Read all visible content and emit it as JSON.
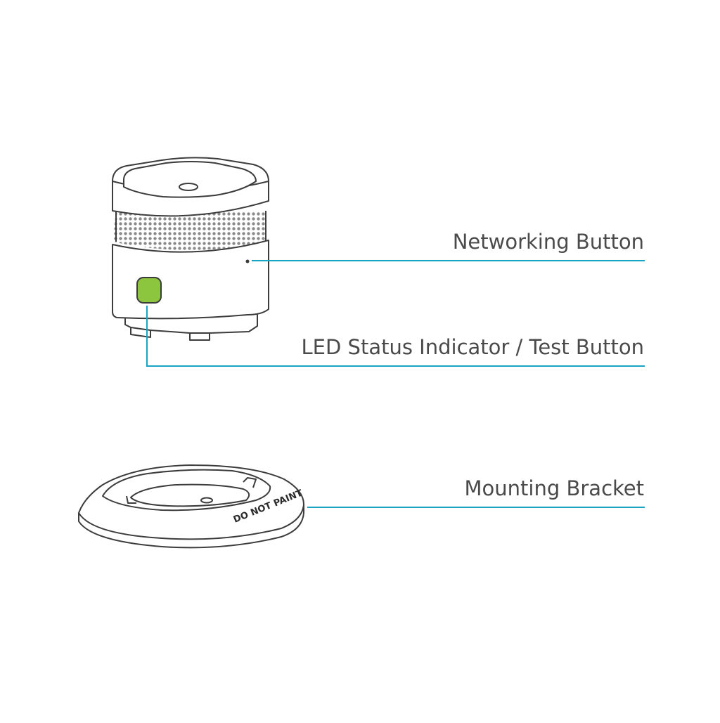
{
  "diagram": {
    "labels": {
      "networking_button": "Networking Button",
      "led_status": "LED Status Indicator / Test Button",
      "mounting_bracket": "Mounting Bracket"
    },
    "bracket_embossed_text": "DO NOT PAINT"
  },
  "colors": {
    "leader_line": "#1aa3c4",
    "led": "#8cc63f",
    "outline": "#3c3c3c",
    "label_text": "#4a4a4a"
  },
  "icons": {
    "detector": "smoke-detector-device",
    "bracket": "mounting-bracket"
  }
}
